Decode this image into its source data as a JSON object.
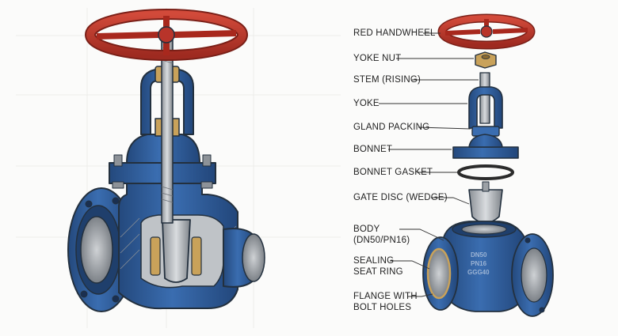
{
  "labels": {
    "handwheel": "RED HANDWHEEL",
    "yoke_nut": "YOKE NUT",
    "stem": "STEM (RISING)",
    "yoke": "YOKE",
    "gland_packing": "GLAND PACKING",
    "bonnet": "BONNET",
    "bonnet_gasket": "BONNET GASKET",
    "gate_disc": "GATE DISC (WEDGE)",
    "body_line1": "BODY",
    "body_line2": "(DN50/PN16)",
    "seat_line1": "SEALING",
    "seat_line2": "SEAT RING",
    "flange_line1": "FLANGE WITH",
    "flange_line2": "BOLT HOLES"
  },
  "body_marking": {
    "line1": "DN50",
    "line2": "PN16",
    "line3": "GGG40"
  },
  "colors": {
    "handwheel": "#c0392b",
    "body_blue": "#2f5f9e",
    "steel": "#a9adb2",
    "brass": "#c9a25a",
    "outline": "#23303e"
  }
}
